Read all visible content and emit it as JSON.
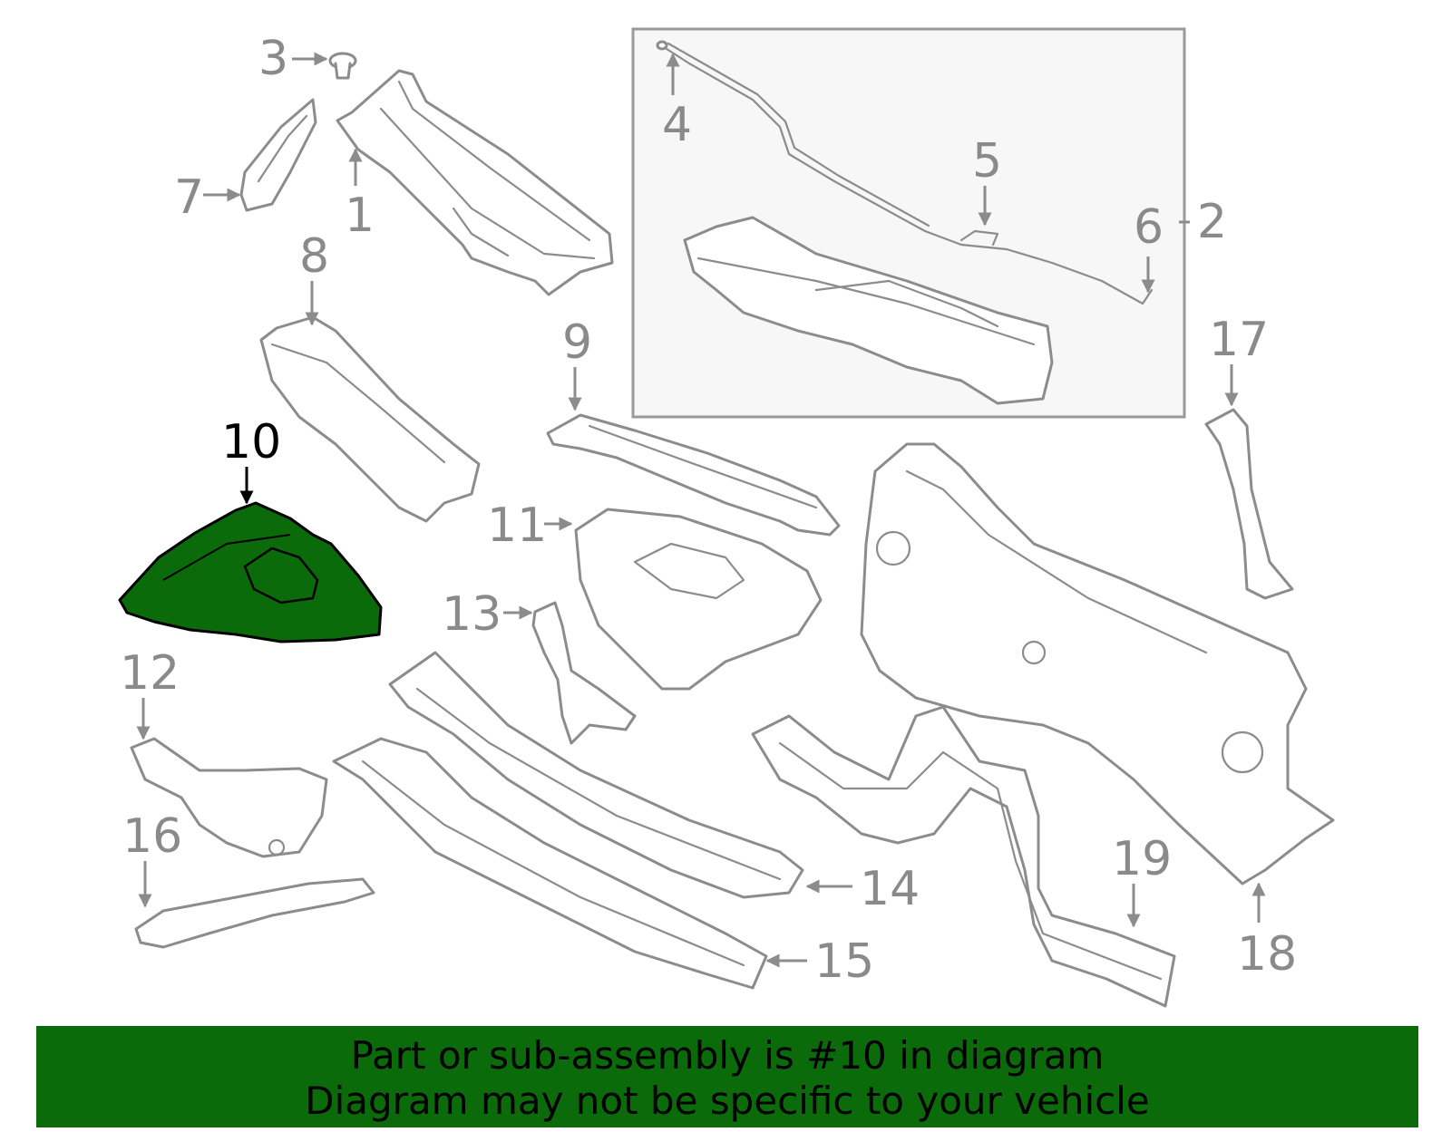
{
  "diagram": {
    "highlighted_part": "10",
    "highlight_color": "#0b6b0b",
    "callouts": {
      "c1": "1",
      "c2": "2",
      "c3": "3",
      "c4": "4",
      "c5": "5",
      "c6": "6",
      "c7": "7",
      "c8": "8",
      "c9": "9",
      "c10": "10",
      "c11": "11",
      "c12": "12",
      "c13": "13",
      "c14": "14",
      "c15": "15",
      "c16": "16",
      "c17": "17",
      "c18": "18",
      "c19": "19"
    }
  },
  "banner": {
    "line1": "Part or sub-assembly is #10 in diagram",
    "line2": "Diagram may not be specific to your vehicle",
    "background": "#0b6b0b"
  }
}
